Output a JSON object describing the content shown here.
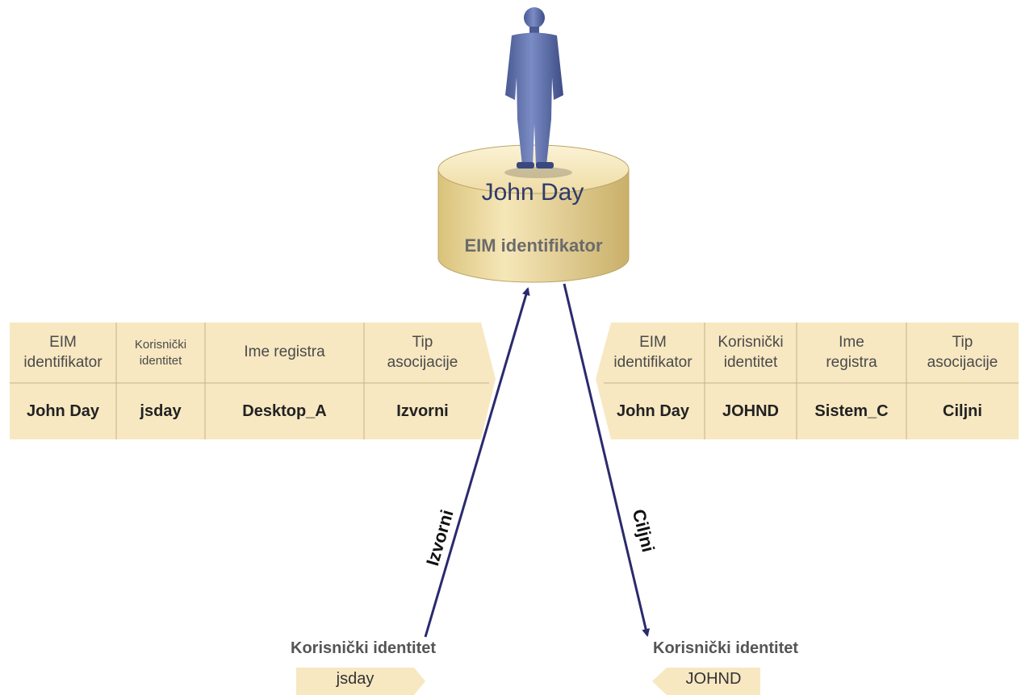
{
  "identifier": {
    "name": "John Day",
    "label": "EIM identifikator"
  },
  "left_table": {
    "headers": [
      "EIM identifikator",
      "Korisnički identitet",
      "Ime registra",
      "Tip asocijacije"
    ],
    "values": [
      "John Day",
      "jsday",
      "Desktop_A",
      "Izvorni"
    ]
  },
  "right_table": {
    "headers": [
      "EIM identifikator",
      "Korisnički identitet",
      "Ime registra",
      "Tip asocijacije"
    ],
    "values": [
      "John Day",
      "JOHND",
      "Sistem_C",
      "Ciljni"
    ]
  },
  "arrows": {
    "source_label": "Izvorni",
    "target_label": "Ciljni"
  },
  "user_identities": {
    "source": {
      "title": "Korisnički identitet",
      "value": "jsday"
    },
    "target": {
      "title": "Korisnički identitet",
      "value": "JOHND"
    }
  },
  "colors": {
    "table_bg": "#f7e8c2",
    "table_line": "#c6b28a",
    "person": "#5a6aa0",
    "cylinder": "#efdca4",
    "arrow": "#2a2a6e"
  }
}
